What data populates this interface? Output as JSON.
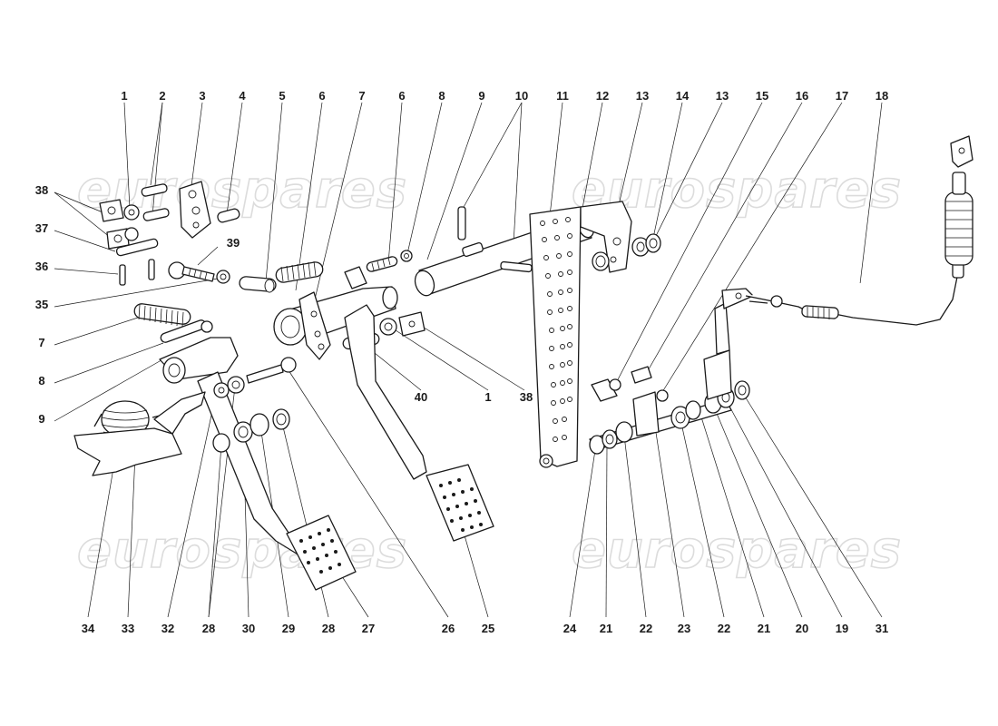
{
  "watermark": "eurospares",
  "callouts": {
    "top": [
      "1",
      "2",
      "3",
      "4",
      "5",
      "6",
      "7",
      "6",
      "8",
      "9",
      "10",
      "11",
      "12",
      "13",
      "14",
      "13",
      "15",
      "16",
      "17",
      "18"
    ],
    "left": [
      "38",
      "37",
      "36",
      "35",
      "7",
      "8",
      "9"
    ],
    "mid": [
      "39",
      "40",
      "1",
      "38"
    ],
    "bottom": [
      "34",
      "33",
      "32",
      "28",
      "30",
      "29",
      "28",
      "27",
      "26",
      "25",
      "24",
      "21",
      "22",
      "23",
      "22",
      "21",
      "20",
      "19",
      "31"
    ]
  }
}
